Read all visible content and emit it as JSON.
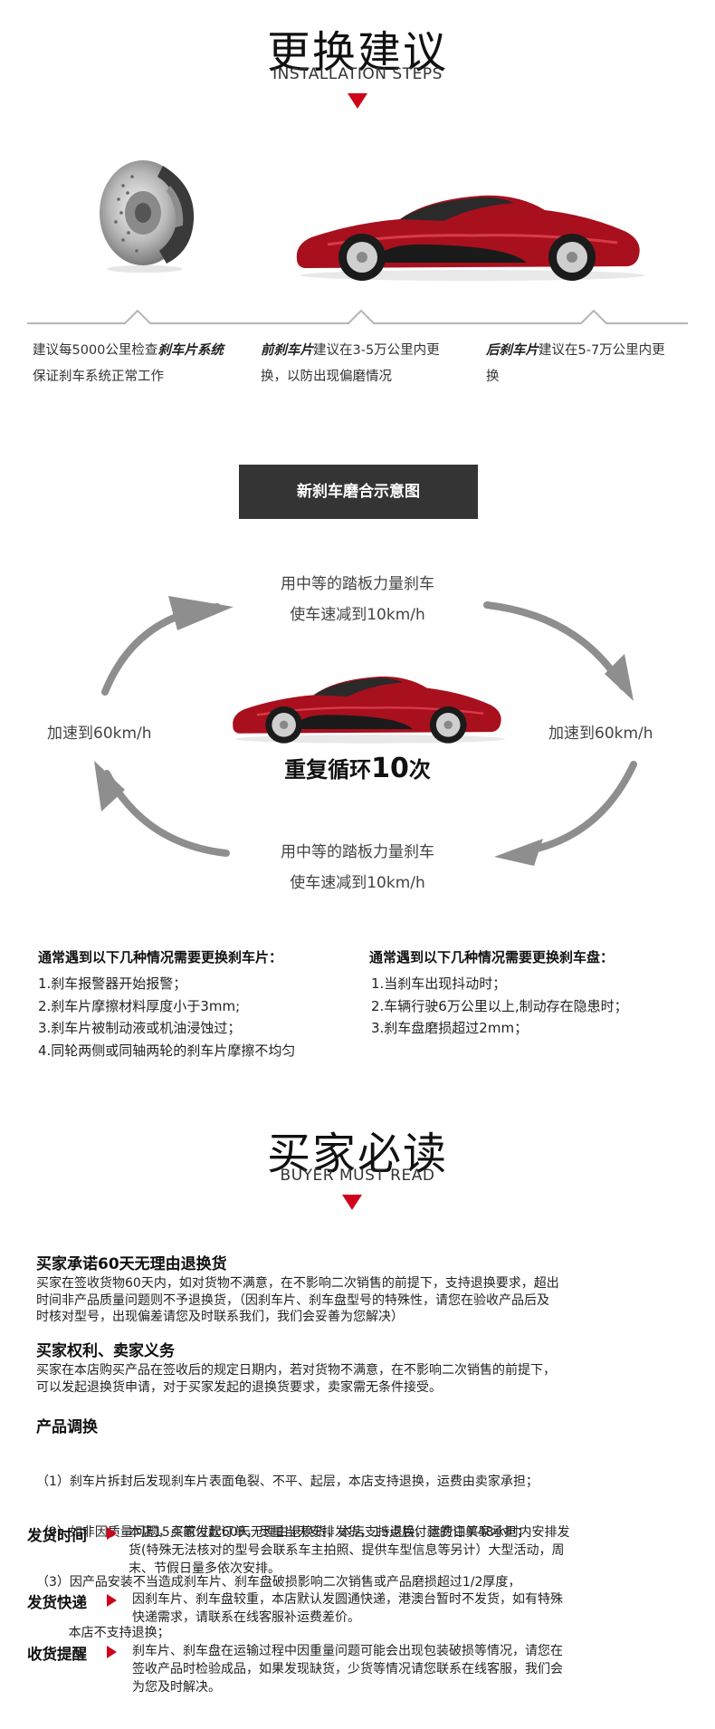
{
  "header": {
    "title": "更换建议",
    "subtitle": "INSTALLATION STEPS"
  },
  "steps": [
    {
      "prefix": "建议每5000公里检查",
      "emph": "刹车片系统",
      "rest": "",
      "line2": "保证刹车系统正常工作"
    },
    {
      "prefix": "",
      "emph": "前刹车片",
      "rest": "建议在3-5万公里内更",
      "line2": "换，以防出现偏磨情况"
    },
    {
      "prefix": "",
      "emph": "后刹车片",
      "rest": "建议在5-7万公里内更",
      "line2": "换"
    }
  ],
  "banner": {
    "label": "新刹车磨合示意图"
  },
  "cycle": {
    "top_line1": "用中等的踏板力量刹车",
    "top_line2": "使车速减到10km/h",
    "left": "加速到60km/h",
    "right": "加速到60km/h",
    "center_prefix": "重复循环",
    "center_count": "10",
    "center_suffix": "次",
    "bottom_line1": "用中等的踏板力量刹车",
    "bottom_line2": "使车速减到10km/h"
  },
  "pads": {
    "title": "通常遇到以下几种情况需要更换刹车片：",
    "items": [
      "1.刹车报警器开始报警；",
      "2.刹车片摩擦材料厚度小于3mm;",
      "3.刹车片被制动液或机油浸蚀过；",
      "4.同轮两侧或同轴两轮的刹车片摩擦不均匀"
    ]
  },
  "discs": {
    "title": "通常遇到以下几种情况需要更换刹车盘：",
    "items": [
      "1.当刹车出现抖动时；",
      "2.车辆行驶6万公里以上,制动存在隐患时；",
      "3.刹车盘磨损超过2mm；"
    ]
  },
  "buyer_header": {
    "title": "买家必读",
    "subtitle": "BUYER MUST READ"
  },
  "sections": [
    {
      "title": "买家承诺60天无理由退换货",
      "lines": [
        "买家在签收货物60天内，如对货物不满意，在不影响二次销售的前提下，支持退换要求，超出",
        "时间非产品质量问题则不予退换货，（因刹车片、刹车盘型号的特殊性，请您在验收产品后及",
        "时核对型号，出现偏差请您及时联系我们，我们会妥善为您解决）"
      ]
    },
    {
      "title": "买家权利、卖家义务",
      "lines": [
        "买家在本店购买产品在签收后的规定日期内，若对货物不满意，在不影响二次销售的前提下，",
        "可以发起退换货申请，对于买家发起的退换货要求，卖家需无条件接受。"
      ]
    },
    {
      "title": "产品调换",
      "lines": [
        "（1）刹车片拆封后发现刹车片表面龟裂、不平、起层，本店支持退换，运费由卖家承担；",
        "（2）如非因质量问题，买家发起60天无理由退换货，本店支持退换，运费由买家承担；",
        "（3）因产品安装不当造成刹车片、刹车盘破损影响二次销售或产品磨损超过1/2厚度，",
        "        本店不支持退换；"
      ]
    }
  ],
  "shipping": [
    {
      "label": "发货时间",
      "lines": [
        "本店15点前付款订单，尽量当天安排发货，15点后付款的订单48小时内安排发",
        "货(特殊无法核对的型号会联系车主拍照、提供车型信息等另计）大型活动，周",
        "末、节假日量多依次安排。"
      ]
    },
    {
      "label": "发货快递",
      "lines": [
        "因刹车片、刹车盘较重，本店默认发圆通快递，港澳台暂时不发货，如有特殊",
        "快递需求，请联系在线客服补运费差价。"
      ]
    },
    {
      "label": "收货提醒",
      "lines": [
        "刹车片、刹车盘在运输过程中因重量问题可能会出现包装破损等情况，请您在",
        "签收产品时检验成品，如果发现缺货，少货等情况请您联系在线客服，我们会",
        "为您及时解决。"
      ]
    }
  ],
  "colors": {
    "accent": "#d0021b",
    "banner": "#343434",
    "car": "#a8101e"
  }
}
